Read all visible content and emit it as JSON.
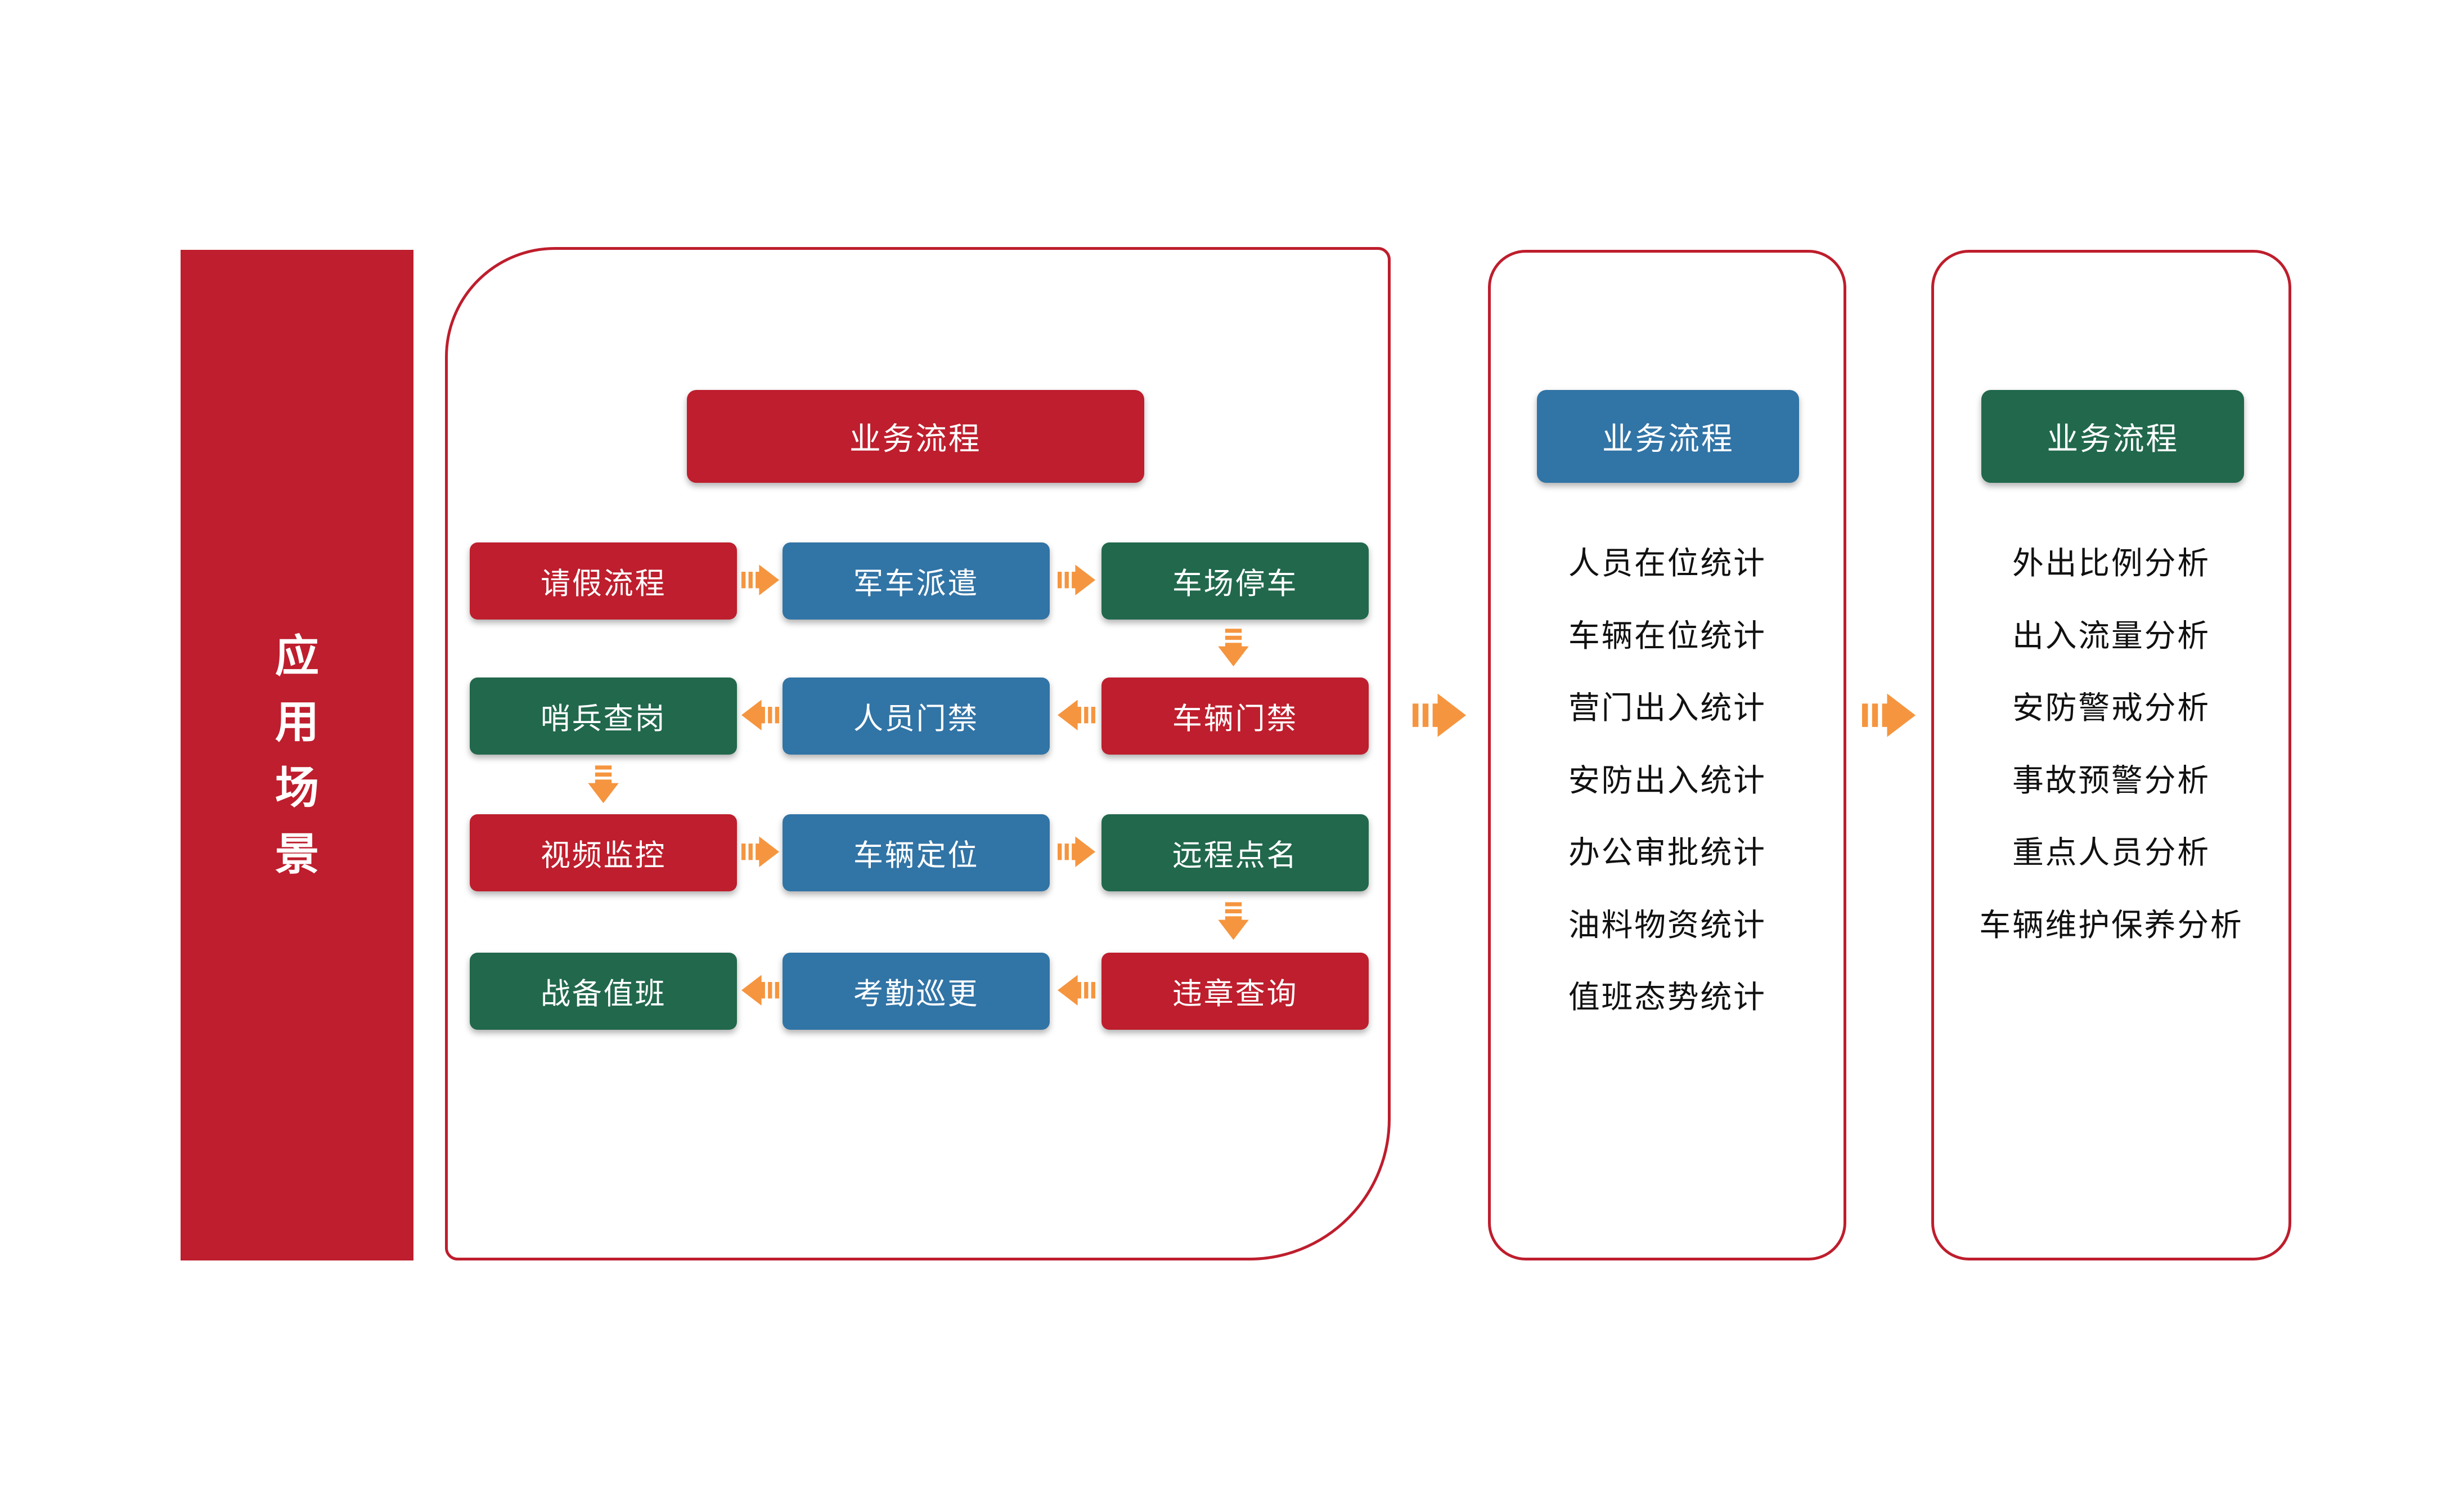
{
  "page": {
    "background": "#ffffff"
  },
  "colors": {
    "red": "#BE1E2D",
    "blue": "#3174A6",
    "green": "#21684D",
    "orange": "#F5953F",
    "text": "#111111",
    "white": "#ffffff"
  },
  "sidebar": {
    "title": "应用场景"
  },
  "flow_panel": {
    "header": "业务流程",
    "header_color": "red",
    "rows": [
      [
        {
          "label": "请假流程",
          "color": "red"
        },
        {
          "label": "军车派遣",
          "color": "blue"
        },
        {
          "label": "车场停车",
          "color": "green"
        }
      ],
      [
        {
          "label": "哨兵查岗",
          "color": "green"
        },
        {
          "label": "人员门禁",
          "color": "blue"
        },
        {
          "label": "车辆门禁",
          "color": "red"
        }
      ],
      [
        {
          "label": "视频监控",
          "color": "red"
        },
        {
          "label": "车辆定位",
          "color": "blue"
        },
        {
          "label": "远程点名",
          "color": "green"
        }
      ],
      [
        {
          "label": "战备值班",
          "color": "green"
        },
        {
          "label": "考勤巡更",
          "color": "blue"
        },
        {
          "label": "违章查询",
          "color": "red"
        }
      ]
    ],
    "row_arrow_directions": [
      "right",
      "left",
      "right",
      "left"
    ],
    "down_arrows_after": [
      "车场停车",
      "哨兵查岗",
      "远程点名"
    ]
  },
  "stats_panel": {
    "header": "业务流程",
    "header_color": "blue",
    "items": [
      "人员在位统计",
      "车辆在位统计",
      "营门出入统计",
      "安防出入统计",
      "办公审批统计",
      "油料物资统计",
      "值班态势统计"
    ]
  },
  "analysis_panel": {
    "header": "业务流程",
    "header_color": "green",
    "items": [
      "外出比例分析",
      "出入流量分析",
      "安防警戒分析",
      "事故预警分析",
      "重点人员分析",
      "车辆维护保养分析"
    ]
  },
  "connectors": {
    "flow_to_stats": "right-arrow",
    "stats_to_analysis": "right-arrow",
    "arrow_color": "#F5953F"
  }
}
